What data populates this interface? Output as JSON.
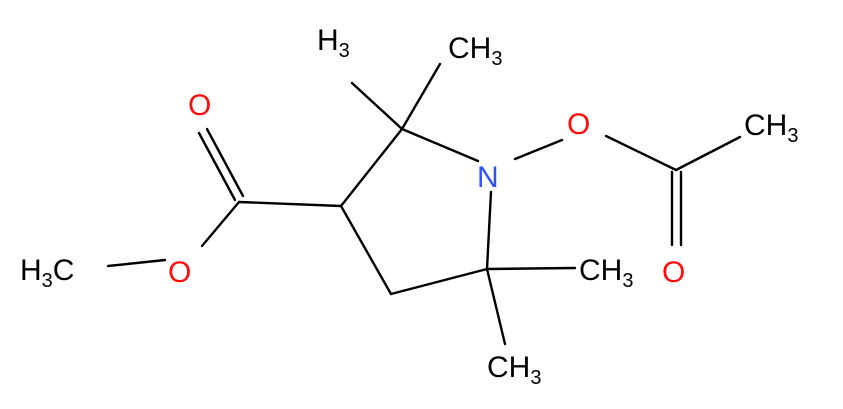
{
  "colors": {
    "carbon": "#000000",
    "oxygen": "#ff0d0d",
    "nitrogen": "#3050f8"
  },
  "atoms": {
    "n1": "N",
    "o_n": "O",
    "o_acetyl_carbonyl": "O",
    "ch3_acetyl": {
      "main": "CH",
      "sub": "3"
    },
    "o_ester_carbonyl": "O",
    "o_ester": "O",
    "ch3_methoxy": {
      "main": "H",
      "sub": "3",
      "tail": "C"
    },
    "ch3_c2_a": {
      "main": "H",
      "sub": "3"
    },
    "ch3_c2_b": {
      "main": "CH",
      "sub": "3"
    },
    "ch3_c5_a": {
      "main": "CH",
      "sub": "3"
    },
    "ch3_c5_b": {
      "main": "CH",
      "sub": "3"
    }
  }
}
